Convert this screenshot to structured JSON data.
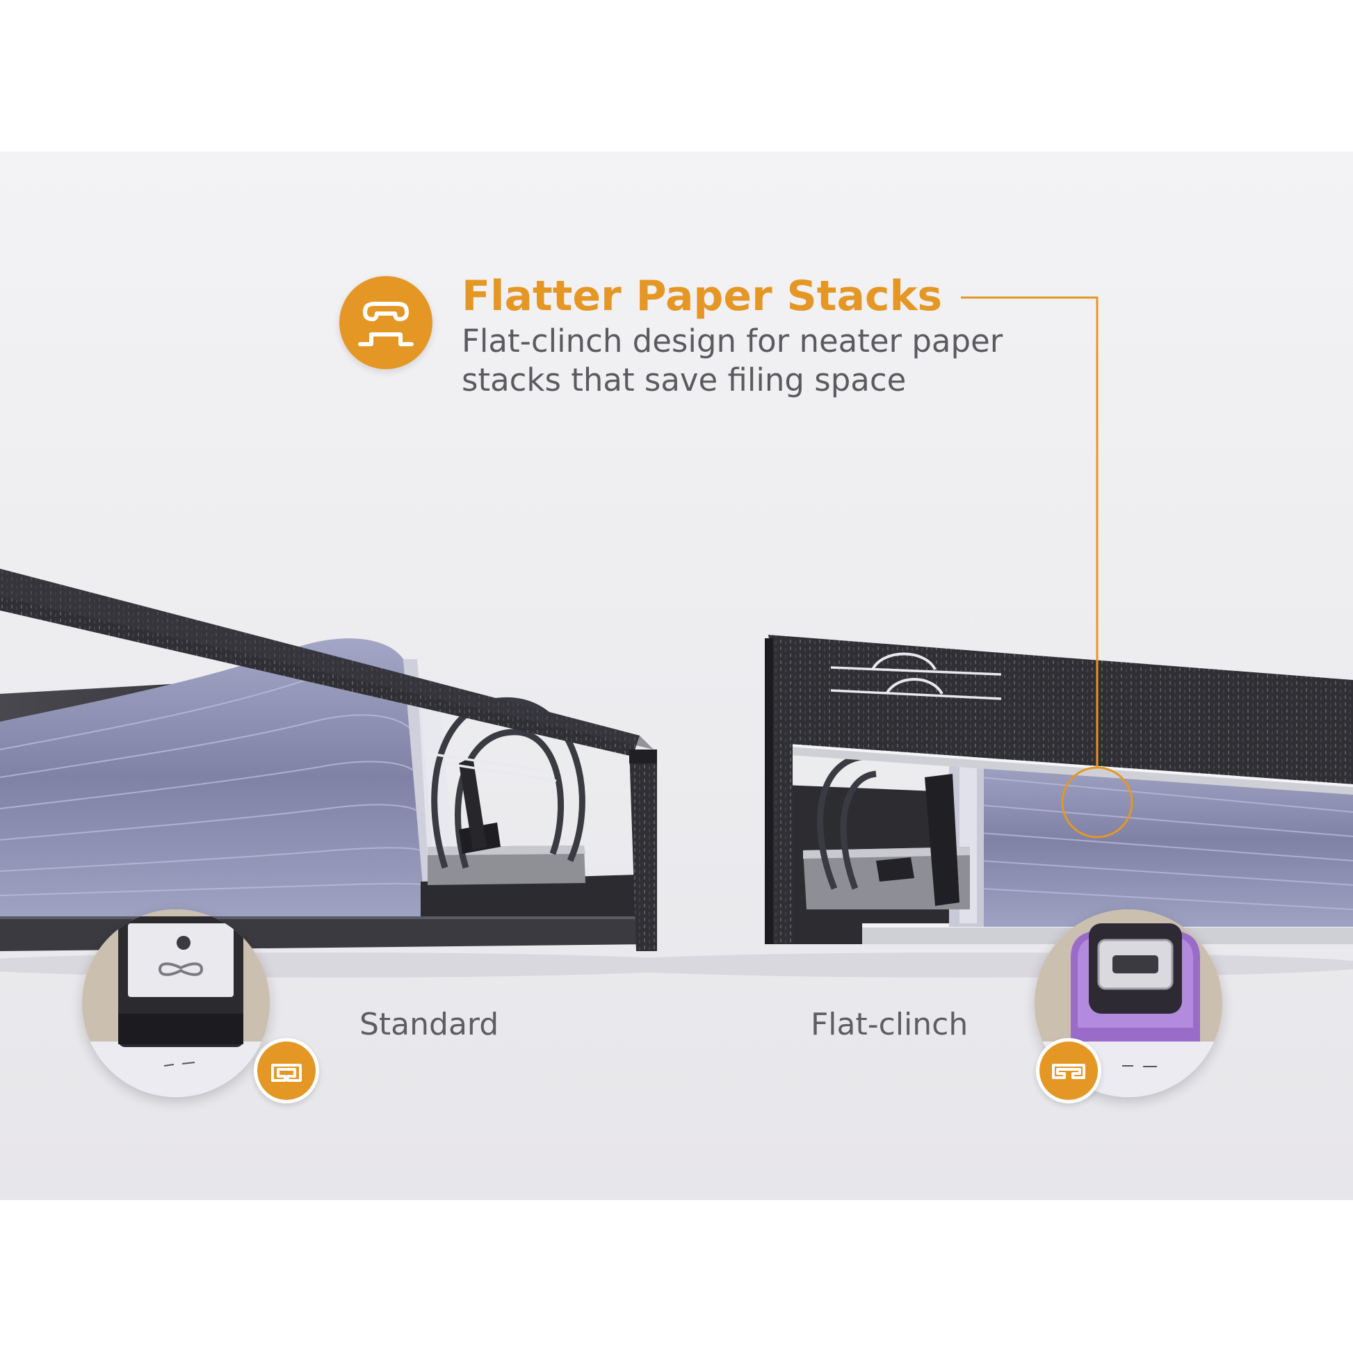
{
  "headline": {
    "title": "Flatter Paper Stacks",
    "body": "Flat-clinch design for neater paper stacks that save filing space",
    "icon": "staple-clinch-icon"
  },
  "comparison": {
    "standard": {
      "label": "Standard",
      "icon": "standard-staple-icon"
    },
    "flat": {
      "label": "Flat-clinch",
      "icon": "flat-staple-icon"
    }
  },
  "colors": {
    "accent": "#e59726",
    "text": "#5b5b5f",
    "binder": "#2d2d32",
    "paper": "#8a8cae",
    "purple": "#9a6cc9"
  }
}
